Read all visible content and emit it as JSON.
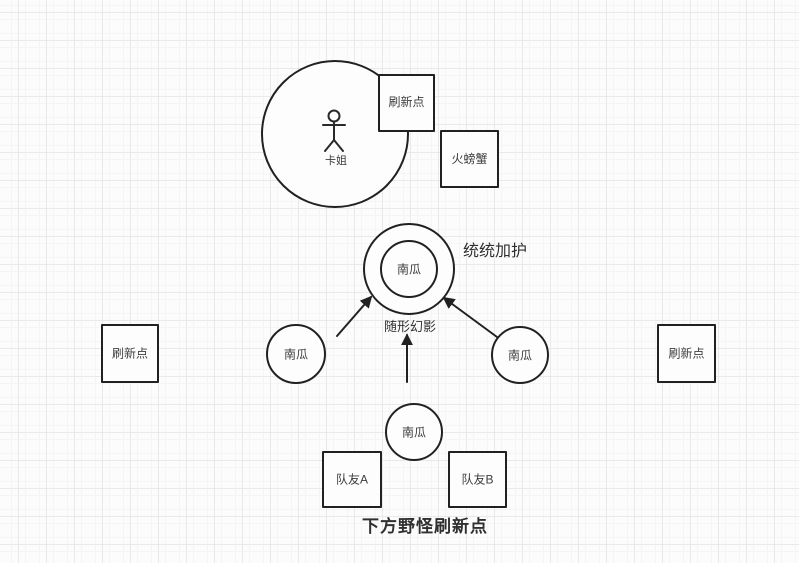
{
  "colors": {
    "background": "#fcfcfc",
    "grid_major": "#e9e9e9",
    "grid_minor": "#f5f5f5",
    "shape_stroke": "#212121",
    "shape_fill": "#fdfdfd",
    "label_text": "#3c3c3c",
    "annotation_text": "#303030"
  },
  "nodes": {
    "boss": {
      "label": "卡姐"
    },
    "spawn_top": {
      "label": "刷新点"
    },
    "fire_crab": {
      "label": "火螃蟹"
    },
    "core_pumpkin": {
      "label": "南瓜"
    },
    "spawn_left": {
      "label": "刷新点"
    },
    "pumpkin_left": {
      "label": "南瓜"
    },
    "pumpkin_right": {
      "label": "南瓜"
    },
    "spawn_right": {
      "label": "刷新点"
    },
    "pumpkin_bottom": {
      "label": "南瓜"
    },
    "teammate_a": {
      "label": "队友A"
    },
    "teammate_b": {
      "label": "队友B"
    }
  },
  "annotations": {
    "buff": "统统加护",
    "phantom": "随形幻影",
    "bottom_note": "下方野怪刷新点"
  }
}
